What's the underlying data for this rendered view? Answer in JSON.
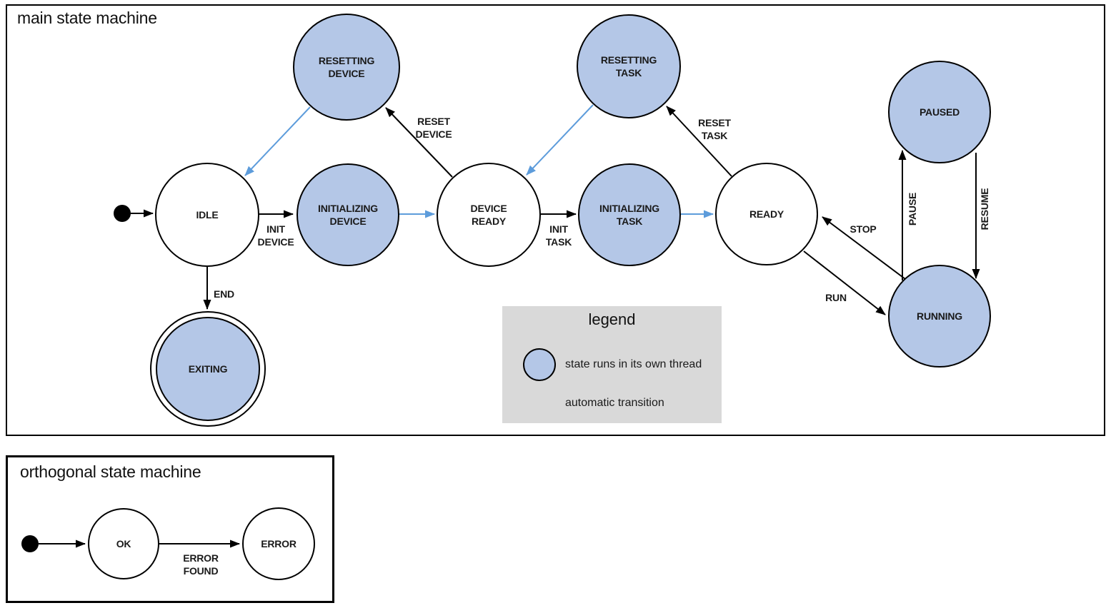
{
  "main": {
    "title": "main state machine",
    "states": {
      "idle": "IDLE",
      "initializing_device": "INITIALIZING\nDEVICE",
      "device_ready": "DEVICE\nREADY",
      "initializing_task": "INITIALIZING\nTASK",
      "ready": "READY",
      "resetting_device": "RESETTING\nDEVICE",
      "resetting_task": "RESETTING\nTASK",
      "paused": "PAUSED",
      "running": "RUNNING",
      "exiting": "EXITING"
    },
    "transitions": {
      "init_device": "INIT\nDEVICE",
      "init_task": "INIT\nTASK",
      "reset_device": "RESET\nDEVICE",
      "reset_task": "RESET\nTASK",
      "end": "END",
      "run": "RUN",
      "stop": "STOP",
      "pause": "PAUSE",
      "resume": "RESUME"
    }
  },
  "legend": {
    "title": "legend",
    "threaded_state_label": "state runs in its own thread",
    "automatic_transition_label": "automatic transition"
  },
  "orthogonal": {
    "title": "orthogonal state machine",
    "states": {
      "ok": "OK",
      "error": "ERROR"
    },
    "transitions": {
      "error_found": "ERROR\nFOUND"
    }
  },
  "colors": {
    "threaded_state_fill": "#b4c7e7",
    "plain_state_fill": "#ffffff",
    "automatic_transition_blue": "#5d9cdb",
    "legend_background": "#d9d9d9",
    "outline": "#000000"
  }
}
